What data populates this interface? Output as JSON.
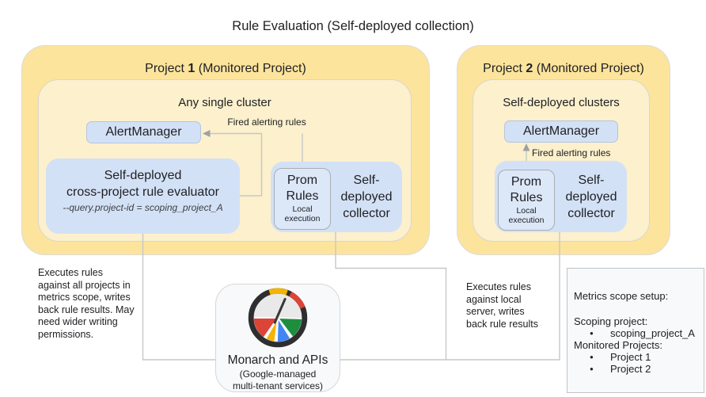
{
  "title": "Rule Evaluation (Self-deployed collection)",
  "project1": {
    "label_prefix": "Project",
    "label_number": "1",
    "label_suffix": "(Monitored Project)",
    "cluster_label": "Any single cluster",
    "alertmanager_label": "AlertManager",
    "fired_rules_label": "Fired alerting rules",
    "evaluator": {
      "line1": "Self-deployed",
      "line2": "cross-project rule evaluator",
      "flag": "--query.project-id = scoping_project_A"
    },
    "prom_rules": {
      "line1": "Prom",
      "line2": "Rules",
      "sub1": "Local",
      "sub2": "execution"
    },
    "collector": {
      "line1": "Self-",
      "line2": "deployed",
      "line3": "collector"
    }
  },
  "project2": {
    "label_prefix": "Project",
    "label_number": "2",
    "label_suffix": "(Monitored Project)",
    "cluster_label": "Self-deployed clusters",
    "alertmanager_label": "AlertManager",
    "fired_rules_label": "Fired alerting rules",
    "prom_rules": {
      "line1": "Prom",
      "line2": "Rules",
      "sub1": "Local",
      "sub2": "execution"
    },
    "collector": {
      "line1": "Self-",
      "line2": "deployed",
      "line3": "collector"
    }
  },
  "monarch": {
    "title": "Monarch and APIs",
    "subtitle_lines": [
      "(Google-managed",
      "multi-tenant services)"
    ],
    "icon": "monarch-gauge-icon"
  },
  "notes": {
    "left_lines": [
      "Executes rules",
      "against all projects in",
      "metrics scope, writes",
      "back rule results. May",
      "need wider writing",
      "permissions."
    ],
    "right_lines": [
      "Executes rules",
      "against local",
      "server, writes",
      "back rule results"
    ]
  },
  "metrics_scope": {
    "title": "Metrics scope setup:",
    "scoping_label": "Scoping project:",
    "scoping_items": [
      "scoping_project_A"
    ],
    "monitored_label": "Monitored Projects:",
    "monitored_items": [
      "Project 1",
      "Project 2"
    ],
    "bullet": "●"
  },
  "colors": {
    "project_fill": "#FDE49C",
    "cluster_fill": "#FCF0CD",
    "component_fill": "#D3E1F6",
    "prom_fill": "#DCE7F8",
    "panel_fill": "#F8F9FA",
    "connector": "#C5C7C9",
    "text": "#202124",
    "logo_red": "#DB4437",
    "logo_yellow": "#F4B400",
    "logo_green": "#1E8E3E",
    "logo_blue": "#4285F4"
  }
}
